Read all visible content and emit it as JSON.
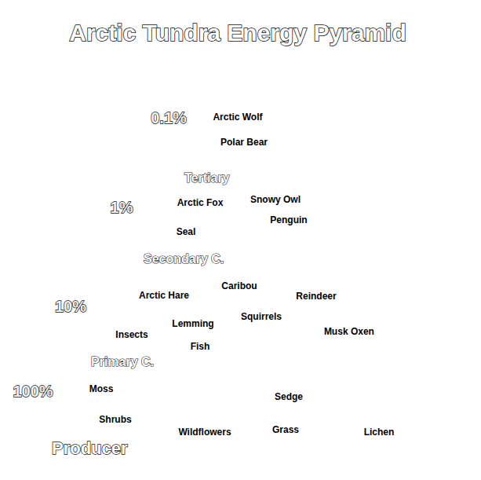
{
  "diagram": {
    "title": "Arctic Tundra Energy Pyramid",
    "nodes": [
      {
        "text": [
          "0.1%",
          "Arctic Wolf",
          "Polar Bear",
          "Tertiary"
        ]
      },
      {
        "text": [
          "1%",
          "Arctic Fox",
          "Snowy Owl",
          "Penguin",
          "Seal",
          "Secondary C."
        ]
      },
      {
        "text": [
          "10%",
          "Caribou",
          "Arctic Hare",
          "Reindeer",
          "Squirrels",
          "Lemming",
          "Insects",
          "Musk Oxen",
          "Fish",
          "Primary C."
        ]
      },
      {
        "text": [
          "100%",
          "Moss",
          "Sedge",
          "Shrubs",
          "Grass",
          "Wildflowers",
          "Lichen",
          "Producer"
        ]
      }
    ]
  }
}
